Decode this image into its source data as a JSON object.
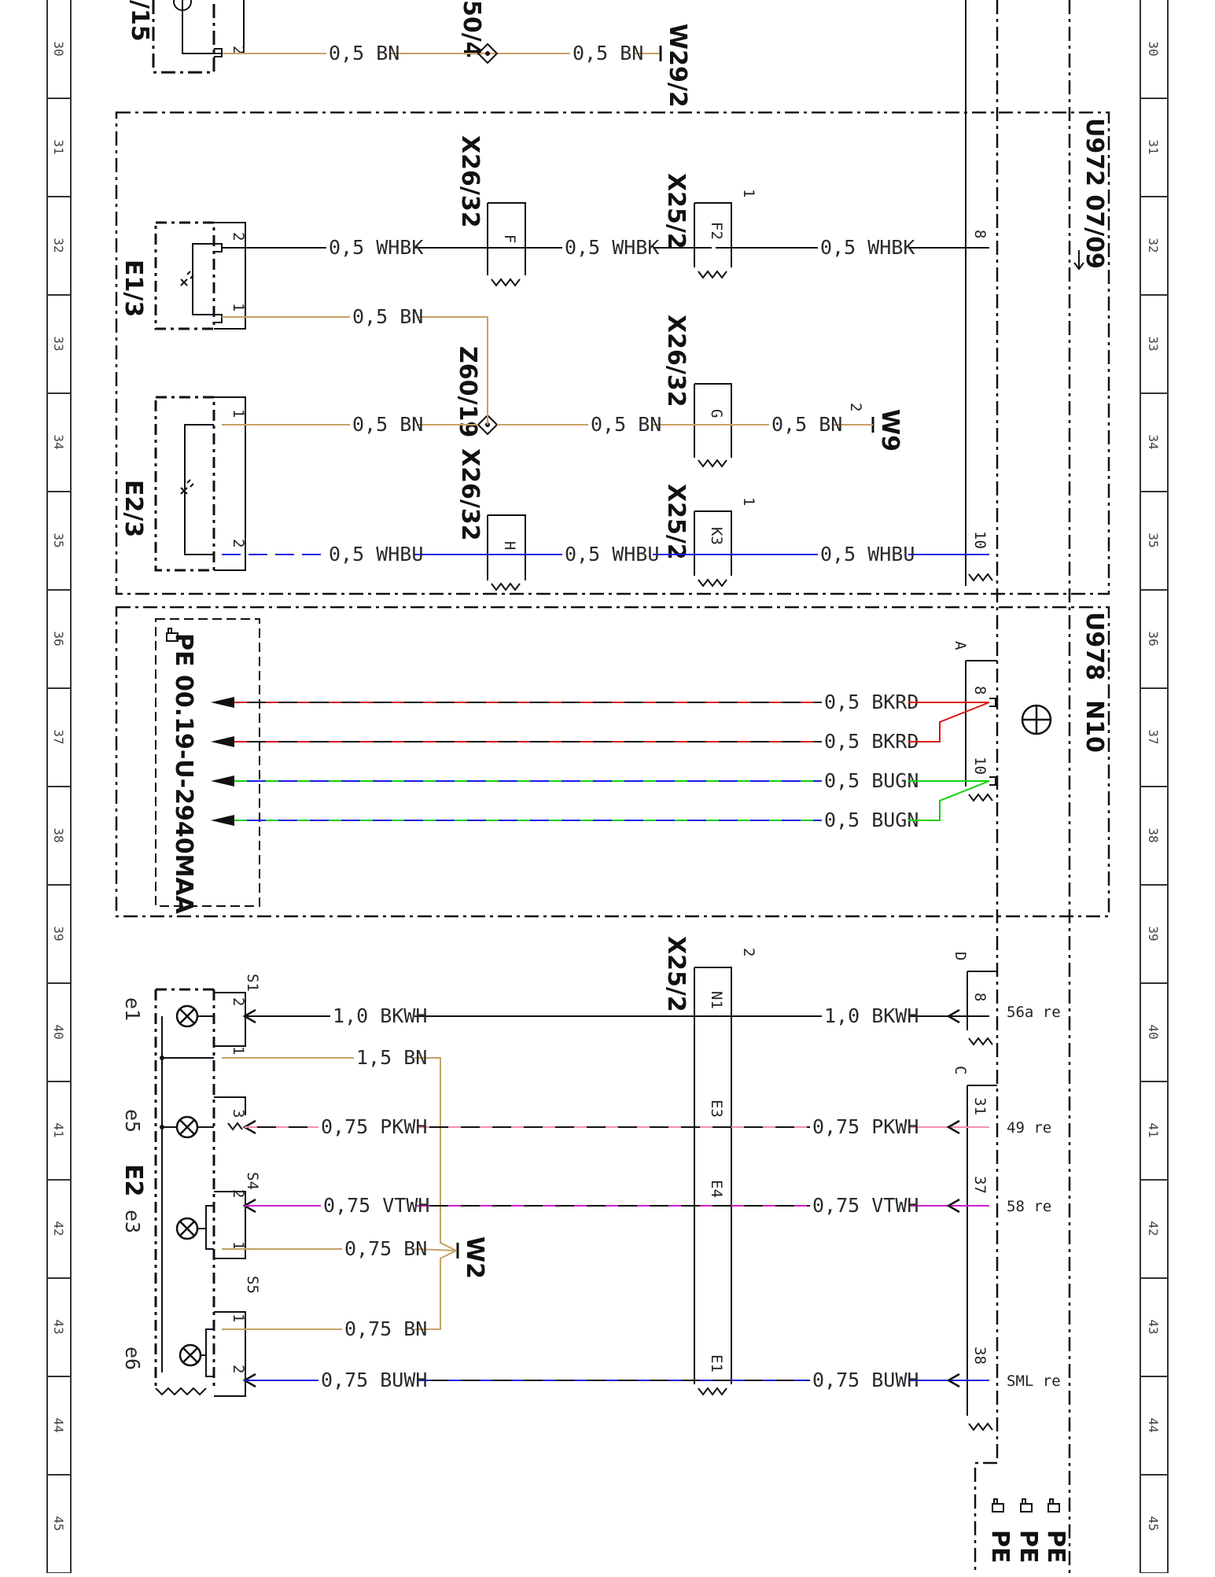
{
  "ruler": {
    "labels": [
      "30",
      "31",
      "32",
      "33",
      "34",
      "35",
      "36",
      "37",
      "38",
      "39",
      "40",
      "41",
      "42",
      "43",
      "44",
      "45"
    ]
  },
  "colors": {
    "BN": "#c8a165",
    "BK": "#111111",
    "WH": "#ffffff",
    "BU": "#1a1ae6",
    "RD": "#e01010",
    "GN": "#10d010",
    "PK": "#f090b0",
    "VT": "#d020d0"
  },
  "top_labels": {
    "l15": "/15",
    "l50_4": "50/4",
    "w29_2": "W29/2",
    "pin2": "2"
  },
  "blocks": {
    "u972": "U972 07/09",
    "u978": "U978",
    "n10": "N10",
    "e1_3": "E1/3",
    "e2_3": "E2/3",
    "e2": "E2",
    "z60_19": "Z60/19",
    "w9": "W9",
    "w2": "W2",
    "pe_ref": "PE 00.19-U-2940MAA",
    "pe_short": "PE"
  },
  "connectors": {
    "x26_32": "X26/32",
    "x25_2": "X25/2",
    "one": "1",
    "two": "2",
    "A": "A",
    "C": "C",
    "D": "D"
  },
  "lamps": {
    "e1": "e1",
    "e5": "e5",
    "e3": "e3",
    "e6": "e6"
  },
  "switches": {
    "s1": "S1",
    "s4": "S4",
    "s5": "S5"
  },
  "pins": {
    "p1": "1",
    "p2": "2",
    "p3": "3",
    "p8": "8",
    "p10": "10",
    "p31": "31",
    "p37": "37",
    "p38": "38",
    "F": "F",
    "F2": "F2",
    "G": "G",
    "H": "H",
    "K3": "K3",
    "N1": "N1",
    "E1": "E1",
    "E3": "E3",
    "E4": "E4"
  },
  "terminals": {
    "t56a": "56a re",
    "t49": "49 re",
    "t58": "58 re",
    "tsml": "SML re"
  },
  "wires": {
    "bn05": "0,5 BN",
    "whbk05": "0,5 WHBK",
    "whbu05": "0,5 WHBU",
    "bkrd05": "0,5 BKRD",
    "bugn05": "0,5 BUGN",
    "bkwh10": "1,0 BKWH",
    "bn15": "1,5 BN",
    "pkwh075": "0,75 PKWH",
    "vtwh075": "0,75 VTWH",
    "bn075": "0,75 BN",
    "buwh075": "0,75 BUWH"
  }
}
